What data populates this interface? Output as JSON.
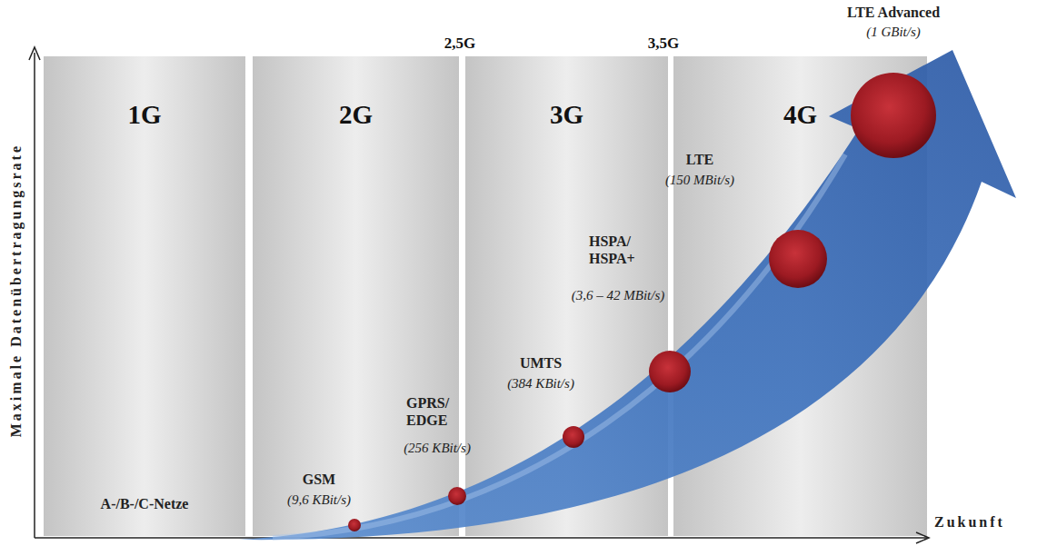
{
  "diagram": {
    "nodes": [
      {
        "text": [
          "1G",
          "A-/B-/C-Netze"
        ]
      },
      {
        "text": [
          "2G"
        ]
      },
      {
        "text": [
          "3G"
        ]
      },
      {
        "text": [
          "4G"
        ]
      }
    ],
    "labels": [
      "2,5G",
      "3,5G",
      "GSM",
      "(9,6 KBit/s)",
      "GPRS/ EDGE",
      "(256 KBit/s)",
      "UMTS",
      "(384 KBit/s)",
      "HSPA/ HSPA+",
      "(3,6 – 42 MBit/s)",
      "LTE",
      "(150 MBit/s)",
      "LTE Advanced",
      "(1 GBit/s)",
      "Maximale Datenübertragungsrate",
      "Zukunft"
    ]
  }
}
